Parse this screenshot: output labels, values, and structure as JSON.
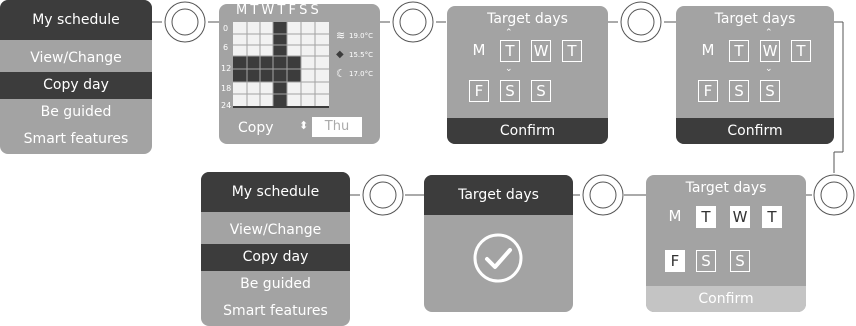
{
  "menu1": {
    "header": "My schedule",
    "items": [
      {
        "label": "View/Change",
        "selected": false
      },
      {
        "label": "Copy day",
        "selected": true
      },
      {
        "label": "Be guided",
        "selected": false
      },
      {
        "label": "Smart features",
        "selected": false
      }
    ]
  },
  "menu2": {
    "header": "My schedule",
    "items": [
      {
        "label": "View/Change",
        "selected": false
      },
      {
        "label": "Copy day",
        "selected": true
      },
      {
        "label": "Be guided",
        "selected": false
      },
      {
        "label": "Smart features",
        "selected": false
      }
    ]
  },
  "schedule": {
    "days_header": "M T W T F S S",
    "hours": [
      "0",
      "6",
      "12",
      "18",
      "24"
    ],
    "temps": [
      "19.0°C",
      "15.5°C",
      "17.0°C"
    ],
    "temp_icons": [
      "heat-icon",
      "leaf-icon",
      "moon-icon"
    ],
    "copy_label": "Copy",
    "selected_day": "Thu"
  },
  "target1": {
    "title": "Target days",
    "days": [
      "M",
      "T",
      "W",
      "T",
      "F",
      "S",
      "S"
    ],
    "confirm": "Confirm"
  },
  "target2": {
    "title": "Target days",
    "days": [
      "M",
      "T",
      "W",
      "T",
      "F",
      "S",
      "S"
    ],
    "confirm": "Confirm"
  },
  "target3": {
    "title": "Target days",
    "days": [
      "M",
      "T",
      "W",
      "T",
      "F",
      "S",
      "S"
    ],
    "confirm": "Confirm"
  },
  "target_done": {
    "title": "Target days",
    "icon": "check-icon"
  },
  "connector_icon": "double-circle-icon",
  "colors": {
    "dark": "#3c3c3c",
    "panel": "#a3a3a3",
    "light_bar": "#c4c4c4",
    "line": "#555555"
  }
}
